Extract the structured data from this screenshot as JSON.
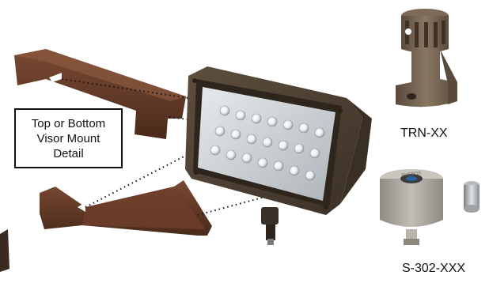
{
  "callout": {
    "lines": [
      "Top or Bottom",
      "Visor Mount",
      "Detail"
    ]
  },
  "parts": {
    "trn_label": "TRN-XX",
    "s302_label": "S-302-XXX"
  },
  "colors": {
    "visor": "#5a3322",
    "housing": "#4d3f30",
    "bracket": "#6f5e4c",
    "led_panel": "#c9cfd2",
    "cover_gray": "#a8a49c"
  }
}
